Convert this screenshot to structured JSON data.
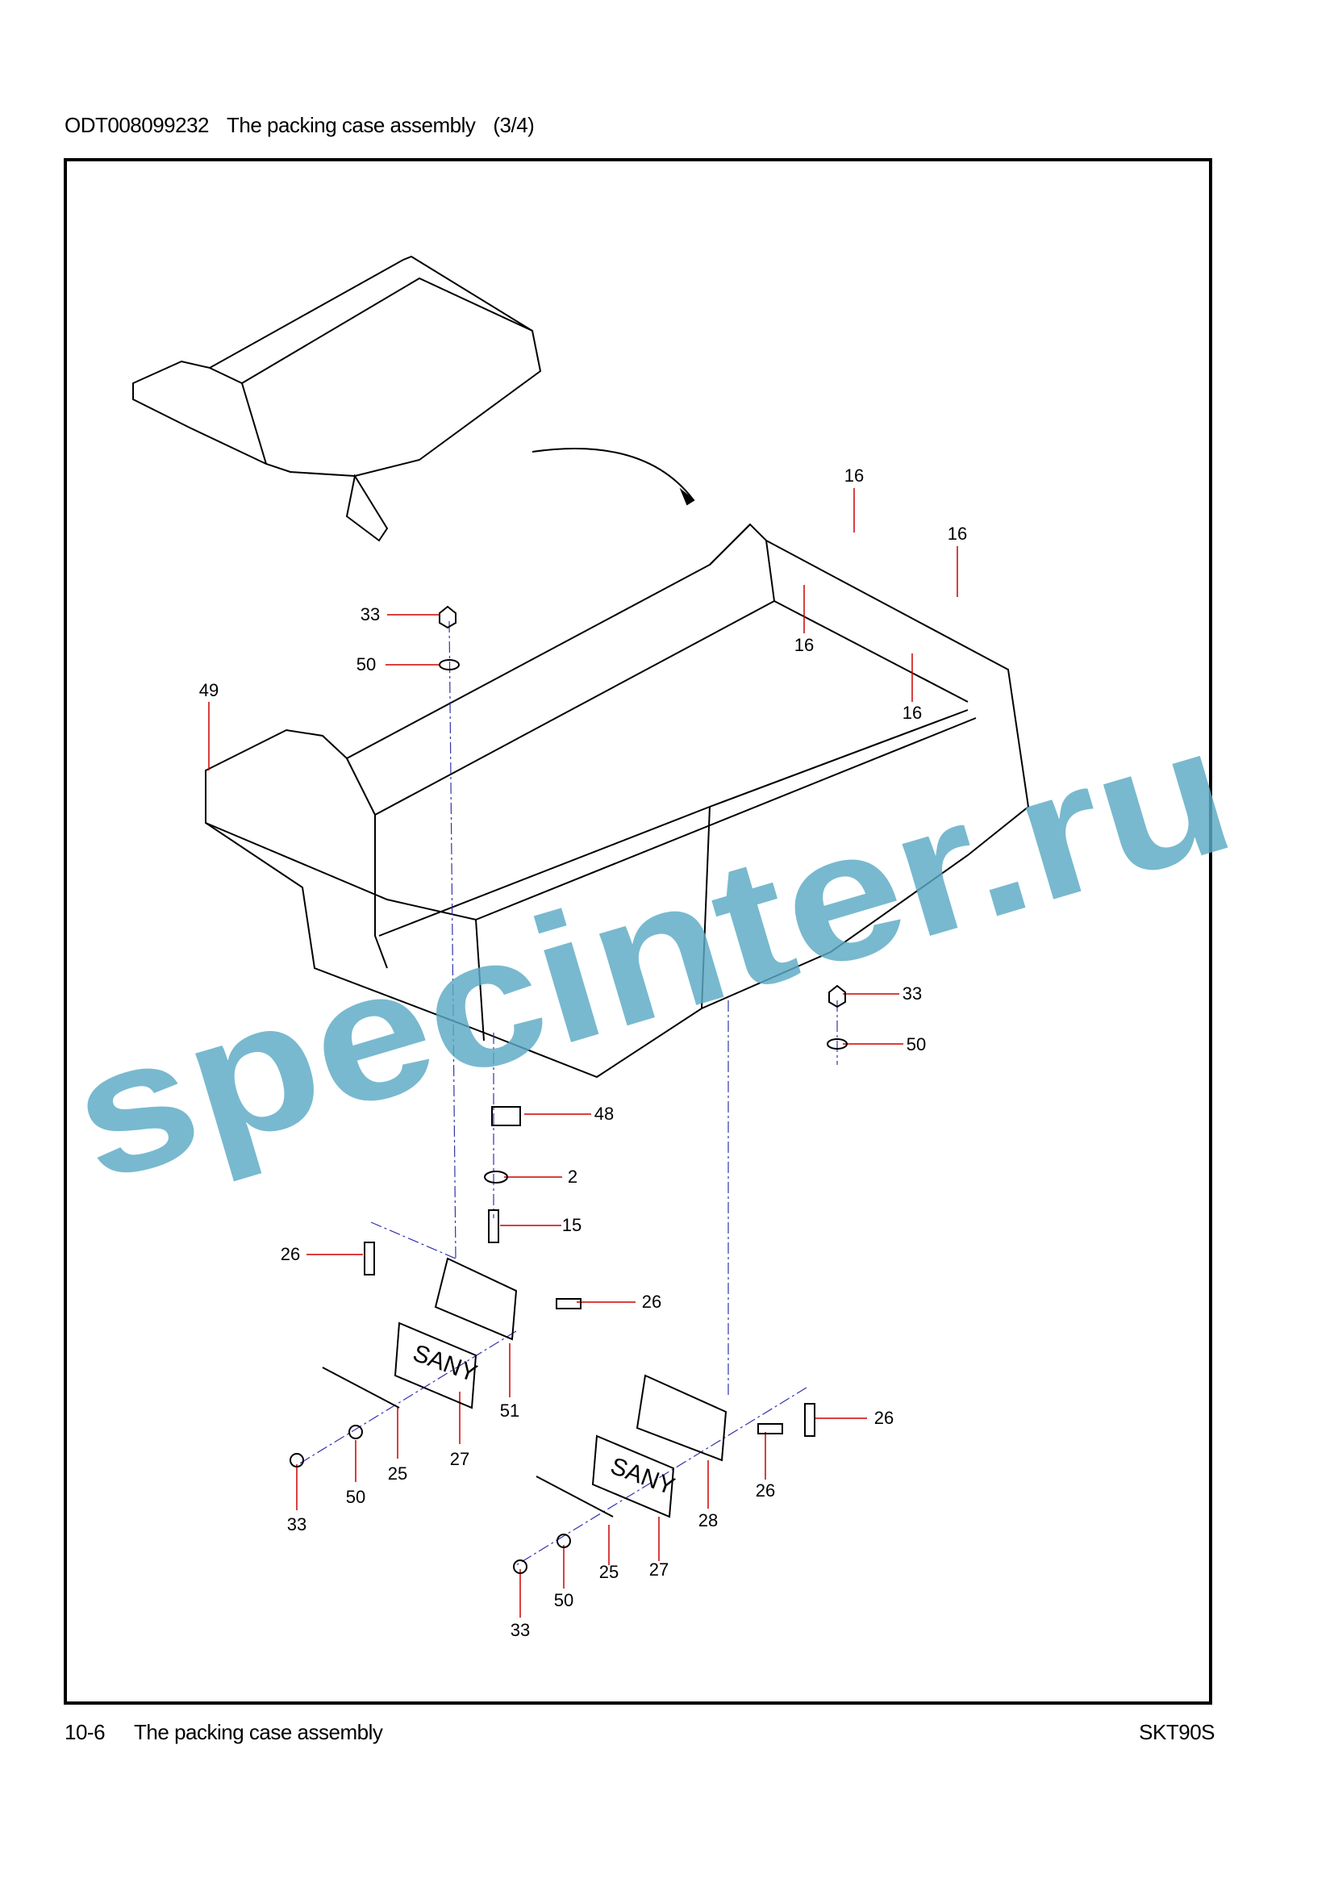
{
  "header": {
    "code": "ODT008099232",
    "title": "The packing case assembly",
    "sheet": "(3/4)"
  },
  "footer": {
    "page": "10-6",
    "title": "The packing case assembly",
    "model": "SKT90S"
  },
  "watermark": "specinter.ru",
  "decal_text": "SANY",
  "callouts": [
    "16",
    "16",
    "16",
    "16",
    "33",
    "50",
    "49",
    "33",
    "50",
    "48",
    "2",
    "15",
    "26",
    "26",
    "51",
    "27",
    "25",
    "50",
    "33",
    "26",
    "26",
    "28",
    "27",
    "25",
    "50",
    "33"
  ]
}
